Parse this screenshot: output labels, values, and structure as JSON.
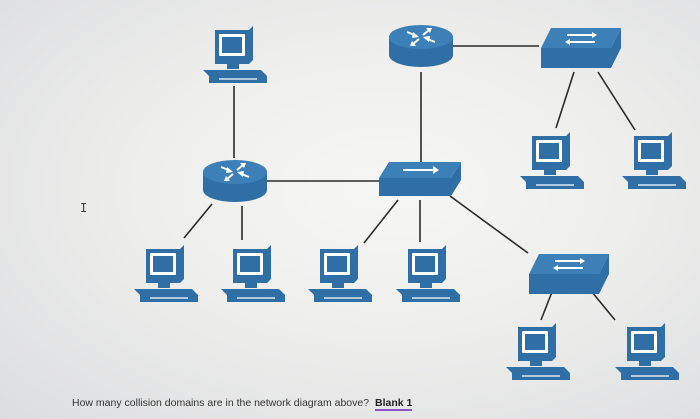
{
  "question": {
    "text": "How many collision domains are in the network diagram above?",
    "blank_label": "Blank 1"
  },
  "cursor_icon": "text-cursor-icon",
  "colors": {
    "device": "#2f6fa6",
    "link": "#2b2b2b",
    "blank_underline": "#8a55c9"
  },
  "diagram": {
    "devices": [
      {
        "id": "pc-top",
        "type": "computer"
      },
      {
        "id": "router-left",
        "type": "router"
      },
      {
        "id": "router-top",
        "type": "router"
      },
      {
        "id": "switch-center",
        "type": "switch"
      },
      {
        "id": "switch-top-right",
        "type": "switch"
      },
      {
        "id": "switch-bottom-right",
        "type": "switch"
      },
      {
        "id": "pc-1",
        "type": "computer"
      },
      {
        "id": "pc-2",
        "type": "computer"
      },
      {
        "id": "pc-3",
        "type": "computer"
      },
      {
        "id": "pc-4",
        "type": "computer"
      },
      {
        "id": "pc-r1",
        "type": "computer"
      },
      {
        "id": "pc-r2",
        "type": "computer"
      },
      {
        "id": "pc-br1",
        "type": "computer"
      },
      {
        "id": "pc-br2",
        "type": "computer"
      }
    ],
    "links": [
      [
        "pc-top",
        "router-left"
      ],
      [
        "router-left",
        "switch-center"
      ],
      [
        "router-left",
        "pc-1"
      ],
      [
        "router-left",
        "pc-2"
      ],
      [
        "router-top",
        "switch-center"
      ],
      [
        "router-top",
        "switch-top-right"
      ],
      [
        "switch-top-right",
        "pc-r1"
      ],
      [
        "switch-top-right",
        "pc-r2"
      ],
      [
        "switch-center",
        "pc-3"
      ],
      [
        "switch-center",
        "pc-4"
      ],
      [
        "switch-center",
        "switch-bottom-right"
      ],
      [
        "switch-bottom-right",
        "pc-br1"
      ],
      [
        "switch-bottom-right",
        "pc-br2"
      ]
    ]
  }
}
